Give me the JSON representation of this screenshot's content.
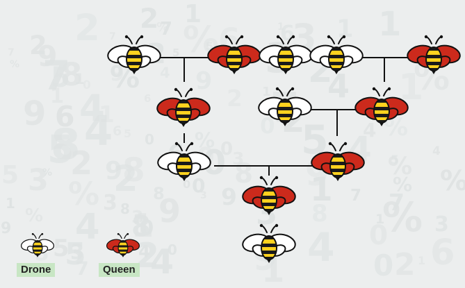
{
  "colors": {
    "background": "#eceeee",
    "background_digits": "#dfe3e3",
    "drone_wing": "#ffffff",
    "queen_wing": "#cc2a1c",
    "bee_stripe_yellow": "#ffd21f",
    "bee_stripe_black": "#1a1a1a",
    "connector": "#111111",
    "legend_label_bg": "#c8e6c4"
  },
  "legend": {
    "drone_label": "Drone",
    "queen_label": "Queen"
  },
  "tree": {
    "generations": [
      [
        "drone",
        "queen",
        "drone",
        "drone",
        "queen"
      ],
      [
        "queen",
        "drone",
        "queen"
      ],
      [
        "drone",
        "queen"
      ],
      [
        "queen"
      ],
      [
        "drone"
      ]
    ]
  }
}
